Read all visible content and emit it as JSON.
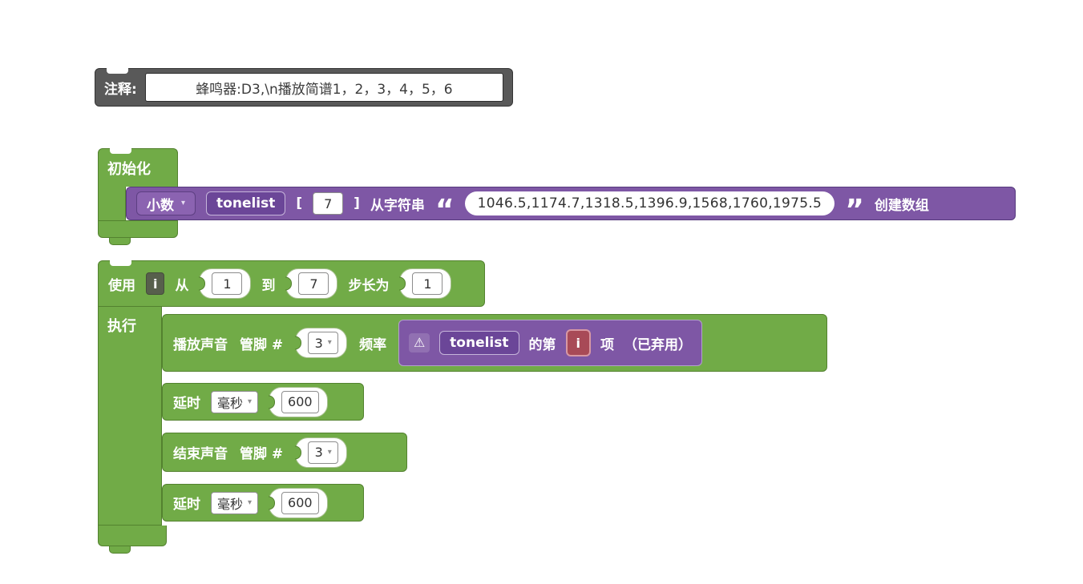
{
  "icons": {
    "warning": "⚠",
    "dropdown": "▾"
  },
  "colors": {
    "block_green": "#71ab47",
    "block_purple": "#7e57a5",
    "comment_gray": "#595959",
    "deprecated_field_red": "#a84a57"
  },
  "comment_block": {
    "label": "注释:",
    "value": "蜂鸣器:D3,\\n播放简谱1，2，3，4，5，6"
  },
  "init_block": {
    "title": "初始化",
    "array_block": {
      "type_dropdown": "小数",
      "var_name": "tonelist",
      "bracket_open": "[",
      "size": "7",
      "bracket_close": "]",
      "from_string_label": "从字符串",
      "quote_open": "“",
      "string_value": "1046.5,1174.7,1318.5,1396.9,1568,1760,1975.5",
      "quote_close": "”",
      "create_label": "创建数组"
    }
  },
  "loop_block": {
    "use_label": "使用",
    "var": "i",
    "from_label": "从",
    "from_value": "1",
    "to_label": "到",
    "to_value": "7",
    "step_label": "步长为",
    "step_value": "1",
    "do_label": "执行",
    "statements": {
      "play_tone": {
        "label": "播放声音",
        "pin_label": "管脚 #",
        "pin_value": "3",
        "freq_label": "频率",
        "tone_item": {
          "var_name": "tonelist",
          "of_label": "的第",
          "index_var": "i",
          "item_label": "项",
          "deprecated_label": "（已弃用）"
        }
      },
      "delay1": {
        "label": "延时",
        "unit": "毫秒",
        "value": "600"
      },
      "stop_tone": {
        "label": "结束声音",
        "pin_label": "管脚 #",
        "pin_value": "3"
      },
      "delay2": {
        "label": "延时",
        "unit": "毫秒",
        "value": "600"
      }
    }
  }
}
